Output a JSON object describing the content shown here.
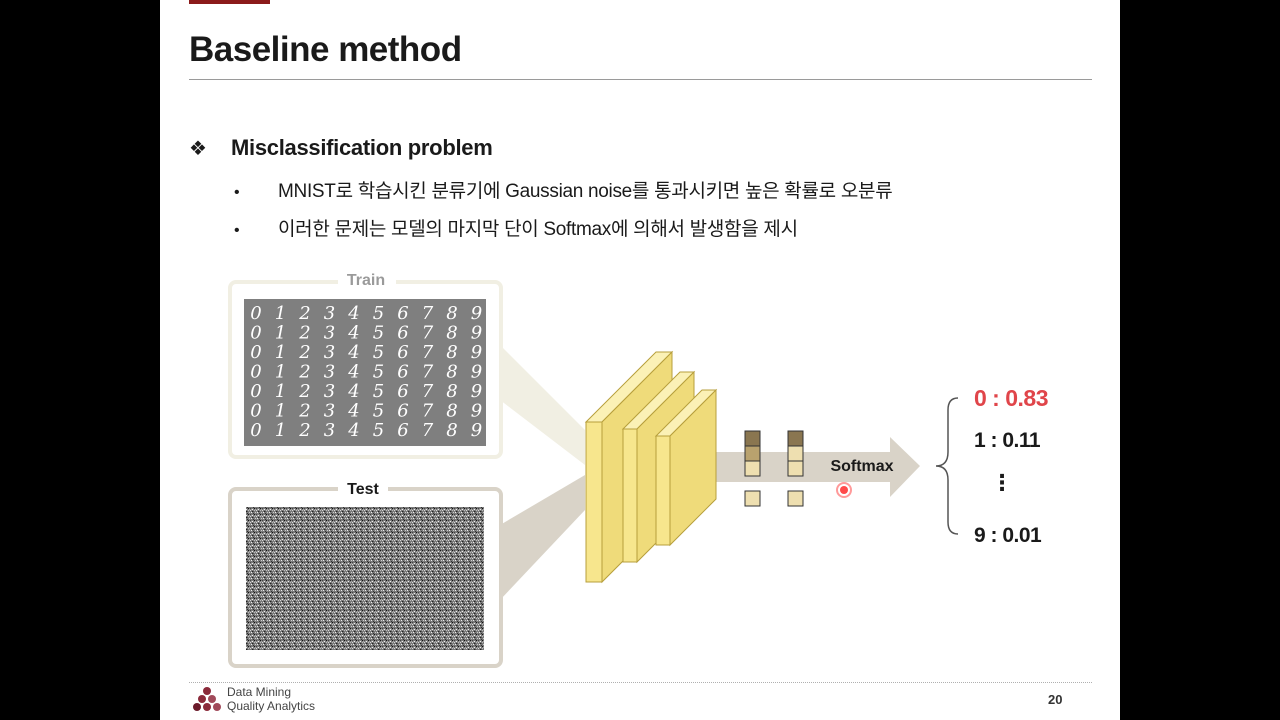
{
  "slide": {
    "title": "Baseline method",
    "bullet": {
      "symbol": "❖",
      "text": "Misclassification problem",
      "items": [
        {
          "symbol": "•",
          "text": "MNIST로 학습시킨 분류기에 Gaussian noise를 통과시키면 높은 확률로 오분류"
        },
        {
          "symbol": "•",
          "text": "이러한 문제는 모델의 마지막 단이 Softmax에 의해서 발생함을 제시"
        }
      ]
    },
    "diagram": {
      "train_label": "Train",
      "test_label": "Test",
      "softmax_label": "Softmax",
      "mnist_rows": [
        [
          "0",
          "1",
          "2",
          "3",
          "4",
          "5",
          "6",
          "7",
          "8",
          "9"
        ],
        [
          "0",
          "1",
          "2",
          "3",
          "4",
          "5",
          "6",
          "7",
          "8",
          "9"
        ],
        [
          "0",
          "1",
          "2",
          "3",
          "4",
          "5",
          "6",
          "7",
          "8",
          "9"
        ],
        [
          "0",
          "1",
          "2",
          "3",
          "4",
          "5",
          "6",
          "7",
          "8",
          "9"
        ],
        [
          "0",
          "1",
          "2",
          "3",
          "4",
          "5",
          "6",
          "7",
          "8",
          "9"
        ],
        [
          "0",
          "1",
          "2",
          "3",
          "4",
          "5",
          "6",
          "7",
          "8",
          "9"
        ],
        [
          "0",
          "1",
          "2",
          "3",
          "4",
          "5",
          "6",
          "7",
          "8",
          "9"
        ]
      ],
      "outputs": [
        {
          "text": "0 : 0.83",
          "color": "#e0454a"
        },
        {
          "text": "1 : 0.11",
          "color": "#1a1a1a"
        },
        {
          "text": "⋮",
          "color": "#1a1a1a"
        },
        {
          "text": "9 : 0.01",
          "color": "#1a1a1a"
        }
      ]
    },
    "footer": {
      "logo_line1": "Data Mining",
      "logo_line2": "Quality Analytics",
      "page_number": "20"
    },
    "colors": {
      "accent": "#8b1a1a",
      "cube_fill": "#faeea5",
      "cube_stroke": "#c8b04a",
      "arrow": "#d9d3c8",
      "highlight": "#e0454a"
    }
  }
}
